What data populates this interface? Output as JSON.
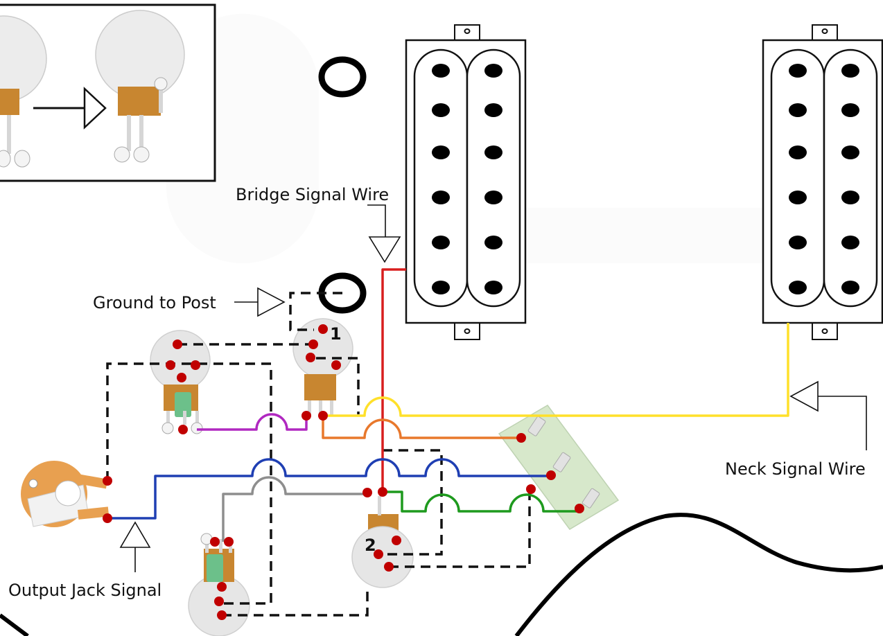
{
  "labels": {
    "bridge_signal": "Bridge Signal Wire",
    "ground_post": "Ground to Post",
    "neck_signal": "Neck Signal Wire",
    "output_jack": "Output Jack Signal",
    "pot1": "1",
    "pot2": "2"
  },
  "colors": {
    "bridge_wire": "#d81e1e",
    "neck_wire": "#ffe02a",
    "output_wire": "#1f3fb3",
    "orange_wire": "#e8782c",
    "green_wire": "#1e9a1e",
    "purple_wire": "#b028c0",
    "gray_wire": "#8e8e8e",
    "ground_wire": "#111111",
    "solder_dot": "#c00000",
    "pot_body": "#e6e6e6",
    "pot_lug": "#c88630",
    "capacitor": "#6cc08a",
    "jack": "#e8a050",
    "switch_plate": "#d3e6c6"
  },
  "components": {
    "pickups": [
      "bridge-humbucker",
      "neck-humbucker"
    ],
    "pots": [
      "pot-1",
      "pot-2",
      "tone-pot-left",
      "tone-pot-bottom"
    ],
    "switch": "3-way-toggle",
    "jack": "output-jack"
  }
}
